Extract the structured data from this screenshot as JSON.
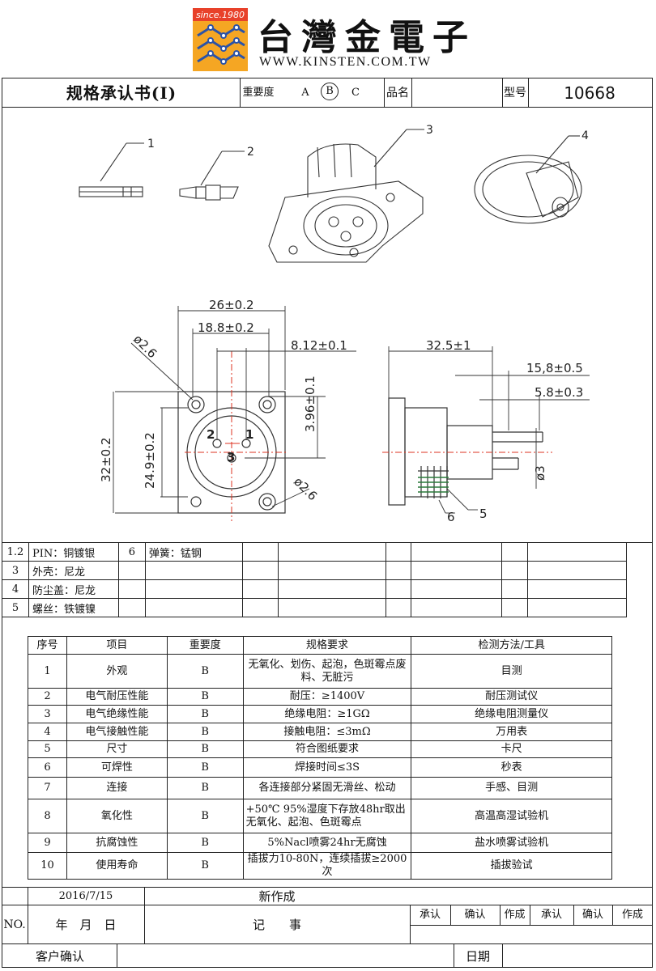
{
  "header": {
    "logo_since": "since.1980",
    "company_name": "台灣金電子",
    "website": "WWW.KINSTEN.COM.TW"
  },
  "title_row": {
    "title": "规格承认书(Ⅰ)",
    "importance_label": "重要度",
    "grade_a": "A",
    "grade_b": "B",
    "grade_c": "C",
    "product_name_label": "品名",
    "product_name_value": "",
    "model_label": "型号",
    "model_value": "10668"
  },
  "drawing": {
    "callouts": [
      "1",
      "2",
      "3",
      "4",
      "5",
      "6"
    ],
    "dims": {
      "d26": "26±0.2",
      "d188": "18.8±0.2",
      "d812": "8.12±0.1",
      "d26dia_a": "ø2.6",
      "d26dia_b": "ø2.6",
      "d396": "3.96±0.1",
      "d32": "32±0.2",
      "d249": "24.9±0.2",
      "d325": "32.5±1",
      "d158": "15,8±0.5",
      "d58": "5.8±0.3",
      "d3": "ø3"
    },
    "pin_labels": [
      "1",
      "2",
      "3"
    ]
  },
  "materials": [
    {
      "no": "1.2",
      "text": "PIN：铜镀银",
      "no2": "6",
      "text2": "弹簧：锰钢"
    },
    {
      "no": "3",
      "text": "外壳：尼龙",
      "no2": "",
      "text2": ""
    },
    {
      "no": "4",
      "text": "防尘盖：尼龙",
      "no2": "",
      "text2": ""
    },
    {
      "no": "5",
      "text": "螺丝：铁镀镍",
      "no2": "",
      "text2": ""
    }
  ],
  "spec_table": {
    "headers": [
      "序号",
      "项目",
      "重要度",
      "规格要求",
      "检测方法/工具"
    ],
    "rows": [
      {
        "no": "1",
        "item": "外观",
        "grade": "B",
        "req": "无氧化、划伤、起泡，色斑霉点废料、无脏污",
        "method": "目测"
      },
      {
        "no": "2",
        "item": "电气耐压性能",
        "grade": "B",
        "req": "耐压：≥1400V",
        "method": "耐压测试仪"
      },
      {
        "no": "3",
        "item": "电气绝缘性能",
        "grade": "B",
        "req": "绝缘电阻：≥1GΩ",
        "method": "绝缘电阻测量仪"
      },
      {
        "no": "4",
        "item": "电气接触性能",
        "grade": "B",
        "req": "接触电阻：≤3mΩ",
        "method": "万用表"
      },
      {
        "no": "5",
        "item": "尺寸",
        "grade": "B",
        "req": "符合图纸要求",
        "method": "卡尺"
      },
      {
        "no": "6",
        "item": "可焊性",
        "grade": "B",
        "req": "焊接时间≤3S",
        "method": "秒表"
      },
      {
        "no": "7",
        "item": "连接",
        "grade": "B",
        "req": "各连接部分紧固无滑丝、松动",
        "method": "手感、目测"
      },
      {
        "no": "8",
        "item": "氧化性",
        "grade": "B",
        "req": "+50℃ 95%湿度下存放48hr取出无氧化、起泡、色斑霉点",
        "method": "高温高湿试验机"
      },
      {
        "no": "9",
        "item": "抗腐蚀性",
        "grade": "B",
        "req": "5%Nacl喷雾24hr无腐蚀",
        "method": "盐水喷雾试验机"
      },
      {
        "no": "10",
        "item": "使用寿命",
        "grade": "B",
        "req": "插拔力10-80N，连续插拔≥2000次",
        "method": "插拔验试"
      }
    ]
  },
  "footer": {
    "date": "2016/7/15",
    "new_note": "新作成",
    "no_label": "NO.",
    "ymd_label": "年　月　日",
    "record_label": "记　　事",
    "sign_labels": [
      "承认",
      "确认",
      "作成",
      "承认",
      "确认",
      "作成"
    ],
    "customer_confirm": "客户确认",
    "date_label": "日期"
  }
}
